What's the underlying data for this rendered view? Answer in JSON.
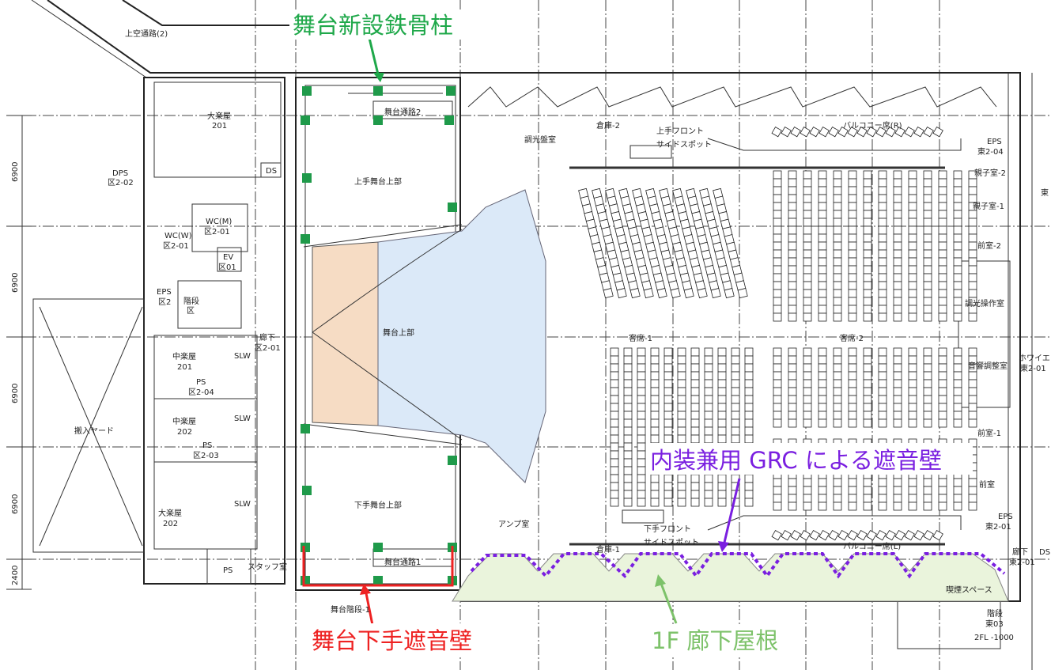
{
  "annotations": {
    "steel_columns": {
      "text": "舞台新設鉄骨柱",
      "color": "#1fa84a"
    },
    "stage_wall": {
      "text": "舞台下手遮音壁",
      "color": "#ee2222"
    },
    "grc_wall": {
      "text": "内装兼用 GRC による遮音壁",
      "color": "#7a1fe0"
    },
    "corridor_roof": {
      "text": "1F 廊下屋根",
      "color": "#7dc26a"
    }
  },
  "colors": {
    "stage_front": "#f6dcc4",
    "stage_main": "#dbe9f8",
    "roof": "#eaf4dc",
    "column": "#1f9a4a"
  },
  "dimensions": [
    "6900",
    "6900",
    "6900",
    "6900",
    "2400"
  ],
  "rooms": {
    "upper_passage": "上空通路(2)",
    "large_dressing_201": [
      "大楽屋",
      "201"
    ],
    "dps": [
      "DPS",
      "区2-02"
    ],
    "ds_left": "DS",
    "wc_m": [
      "WC(M)",
      "区2-01"
    ],
    "wc_w": [
      "WC(W)",
      "区2-01"
    ],
    "ev": [
      "EV",
      "区01"
    ],
    "eps_left": [
      "EPS",
      "区2"
    ],
    "stair_left": [
      "階段",
      "区"
    ],
    "corridor_left": [
      "廊下",
      "区2-01"
    ],
    "mid_dressing_201": [
      "中楽屋",
      "201"
    ],
    "ps_204": [
      "PS",
      "区2-04"
    ],
    "mid_dressing_202": [
      "中楽屋",
      "202"
    ],
    "ps_203": [
      "PS",
      "区2-03"
    ],
    "slw": [
      "SLW",
      "SLW",
      "SLW"
    ],
    "loading_yard": "搬入ヤード",
    "large_dressing_202": [
      "大楽屋",
      "202"
    ],
    "ps": "PS",
    "staff_room": "スタッフ室",
    "stage_passage_2": "舞台通路2",
    "upper_stage_right": "上手舞台上部",
    "stage_upper": "舞台上部",
    "upper_stage_left": "下手舞台上部",
    "stage_passage_1": "舞台通路1",
    "stage_stair_1": "舞台階段-1",
    "light_panel_room": "調光盤室",
    "storage_2": "倉庫-2",
    "front_spot_right": [
      "上手フロント",
      "サイドスポット"
    ],
    "balcony_r": "バルコニー席(R)",
    "eps_east_204": [
      "EPS",
      "東2-04"
    ],
    "family_room_2": "親子室-2",
    "family_room_1": "親子室-1",
    "anteroom_2": "前室-2",
    "seats_1": "客席-1",
    "seats_2": "客席-2",
    "light_control_room": "調光操作室",
    "sound_room": "音響調整室",
    "foyer": [
      "ホワイエ",
      "東2-01"
    ],
    "east_partial": "東",
    "anteroom_1": "前室-1",
    "anteroom_partial": "前室",
    "eps_east_201": [
      "EPS",
      "東2-01"
    ],
    "amp_room": "アンプ室",
    "front_spot_left": [
      "下手フロント",
      "サイドスポット"
    ],
    "storage_1": "倉庫-1",
    "balcony_l": "バルコニー席(L)",
    "corridor_east": [
      "廊下",
      "東2-01"
    ],
    "ds_right": "DS",
    "smoking": "喫煙スペース",
    "stair_east": [
      "階段",
      "東03"
    ],
    "level": "2FL -1000"
  }
}
